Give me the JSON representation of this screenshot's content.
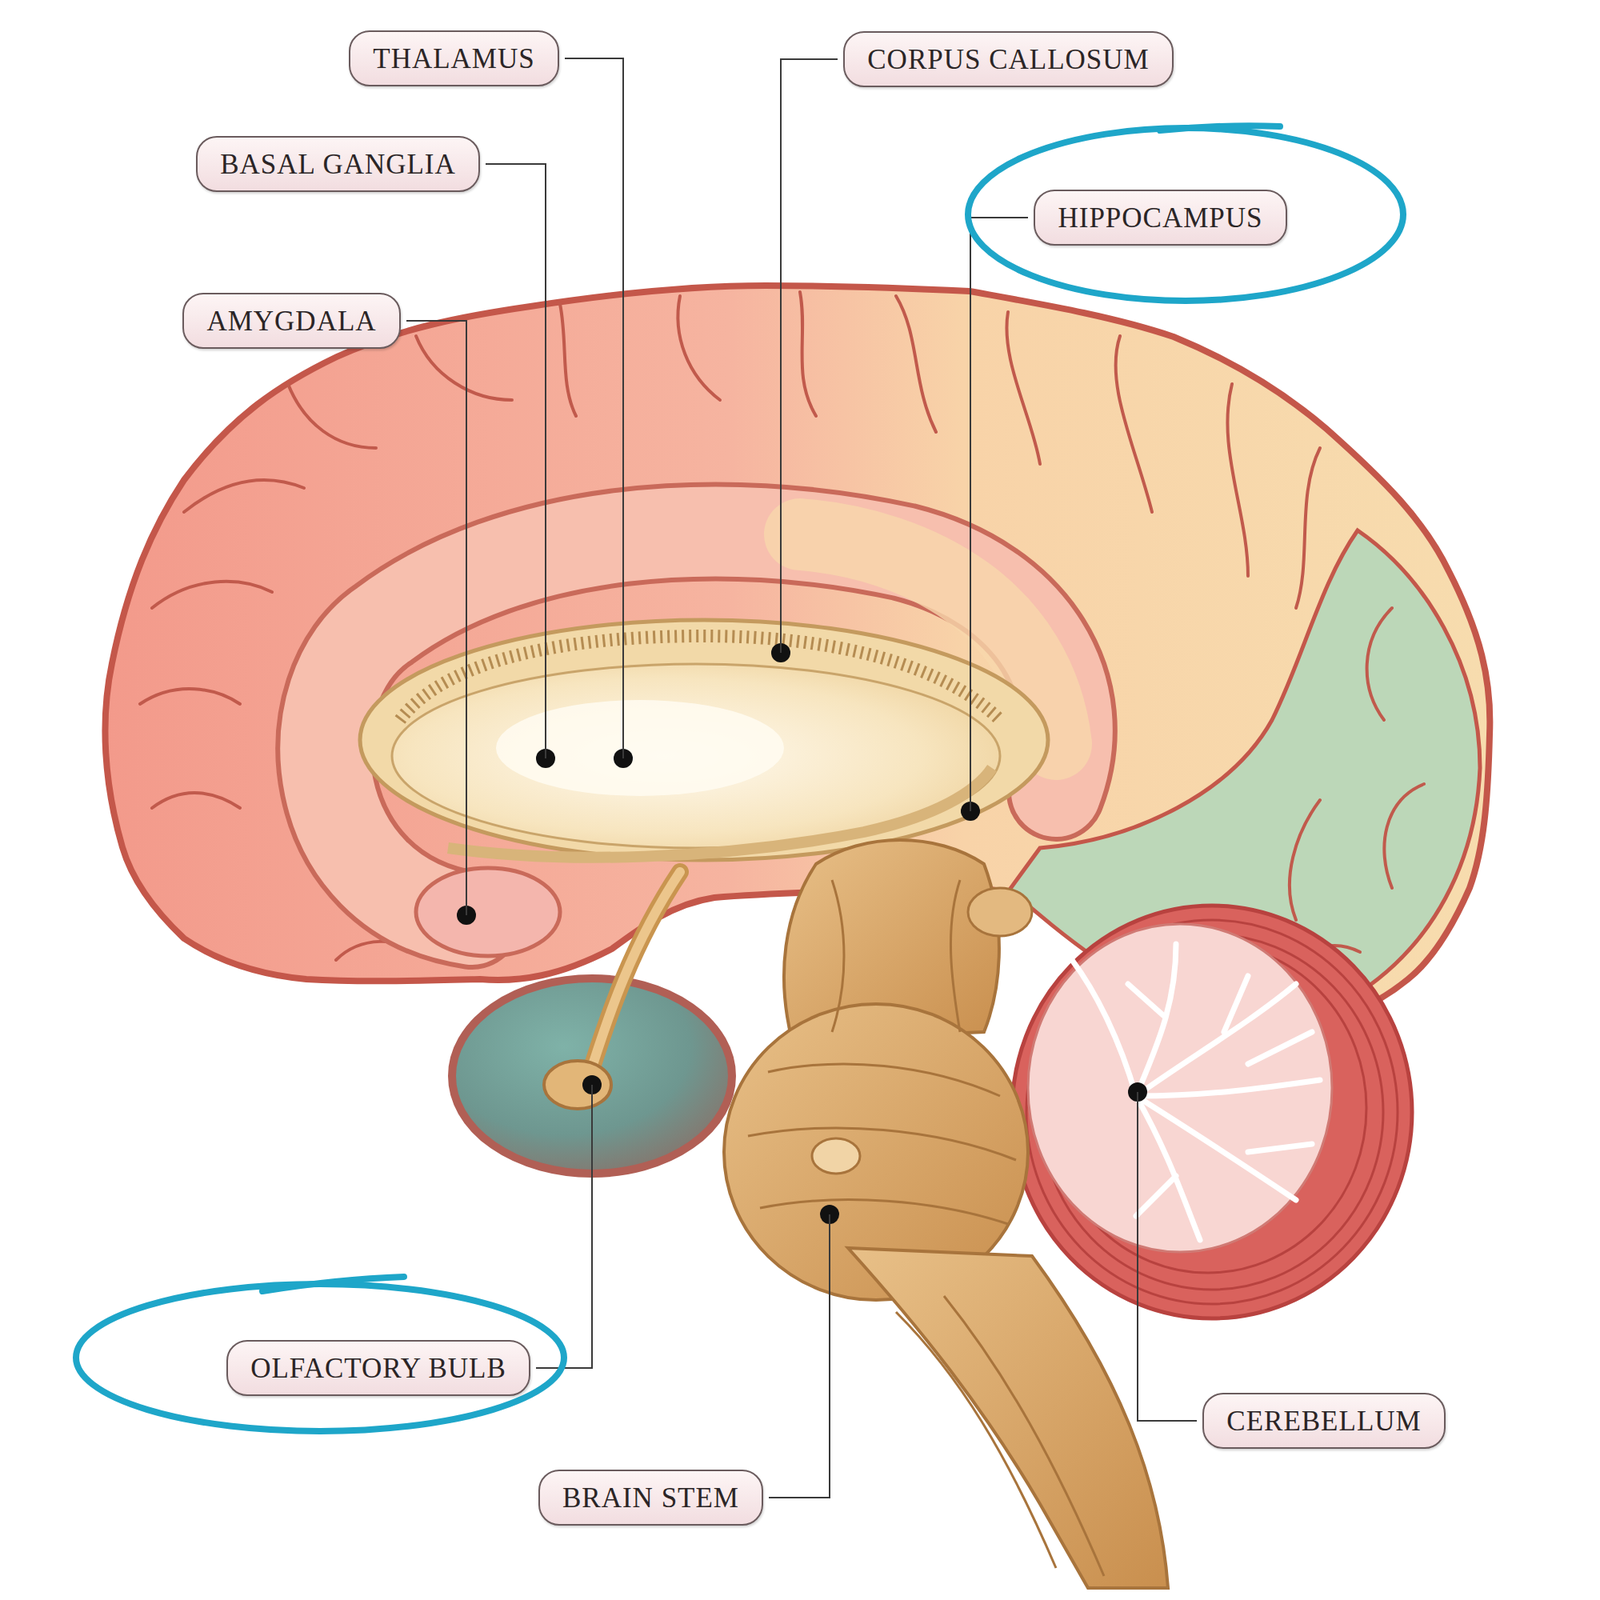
{
  "diagram": {
    "nodes": [
      {
        "text": [
          "THALAMUS"
        ]
      },
      {
        "text": [
          "CORPUS CALLOSUM"
        ]
      },
      {
        "text": [
          "BASAL GANGLIA"
        ]
      },
      {
        "text": [
          "HIPPOCAMPUS"
        ]
      },
      {
        "text": [
          "AMYGDALA"
        ]
      },
      {
        "text": [
          "OLFACTORY BULB"
        ]
      },
      {
        "text": [
          "CEREBELLUM"
        ]
      },
      {
        "text": [
          "BRAIN STEM"
        ]
      }
    ]
  }
}
